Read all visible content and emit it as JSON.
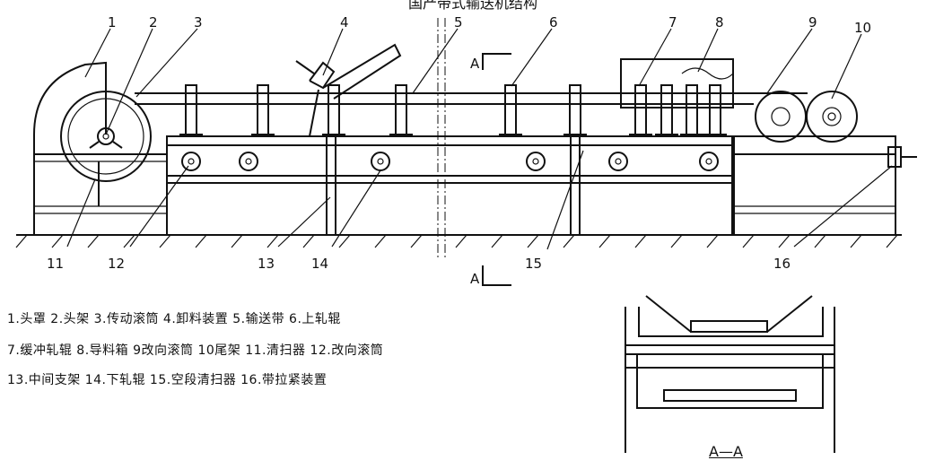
{
  "title": "国产带式输送机结构",
  "callouts": [
    "1",
    "2",
    "3",
    "4",
    "5",
    "6",
    "7",
    "8",
    "9",
    "10",
    "11",
    "12",
    "13",
    "14",
    "15",
    "16"
  ],
  "section_marks": {
    "top": "A",
    "bottom": "A"
  },
  "legend": [
    "1.头罩  2.头架  3.传动滚筒  4.卸料装置  5.输送带  6.上轧辊",
    "7.缓冲轧辊  8.导料箱  9改向滚筒  10尾架  11.清扫器  12.改向滚筒",
    "13.中间支架  14.下轧辊  15.空段清扫器  16.带拉紧装置"
  ],
  "section_label": "A—A"
}
